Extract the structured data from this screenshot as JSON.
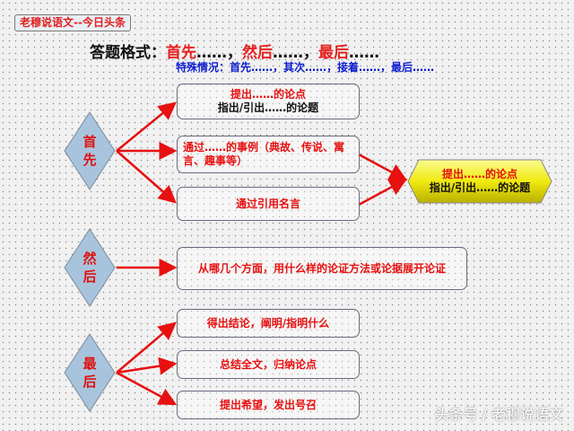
{
  "badge": "老穆说语文--今日头条",
  "heading": {
    "prefix": "答题格式：",
    "p1": "首先",
    "d1": "……，",
    "p2": "然后",
    "d2": "……，",
    "p3": "最后",
    "d3": "……"
  },
  "special": "特殊情况：首先……，其次……，接着……，最后……",
  "diamonds": [
    "首\n先",
    "然\n后",
    "最\n后"
  ],
  "diamond_chars": [
    [
      "首",
      "先"
    ],
    [
      "然",
      "后"
    ],
    [
      "最",
      "后"
    ]
  ],
  "boxes": {
    "b1": {
      "line1": "提出……的论点",
      "line2": "指出/引出……的论题"
    },
    "b2": "通过……的事例（典故、传说、寓言、趣事等）",
    "b3": "通过引用名言",
    "b4": "从哪几个方面，用什么样的论证方法或论据展开论证",
    "b5": "得出结论，阐明/指明什么",
    "b6": "总结全文，归纳论点",
    "b7": "提出希望，发出号召"
  },
  "result": {
    "line1": "提出……的论点",
    "line2": "指出/引出……的论题"
  },
  "watermark": "头条号 / 老穆说语文",
  "colors": {
    "arrow": "#e81010",
    "diamond": "#a8c4dc",
    "hexagon": "#f0ea10"
  }
}
